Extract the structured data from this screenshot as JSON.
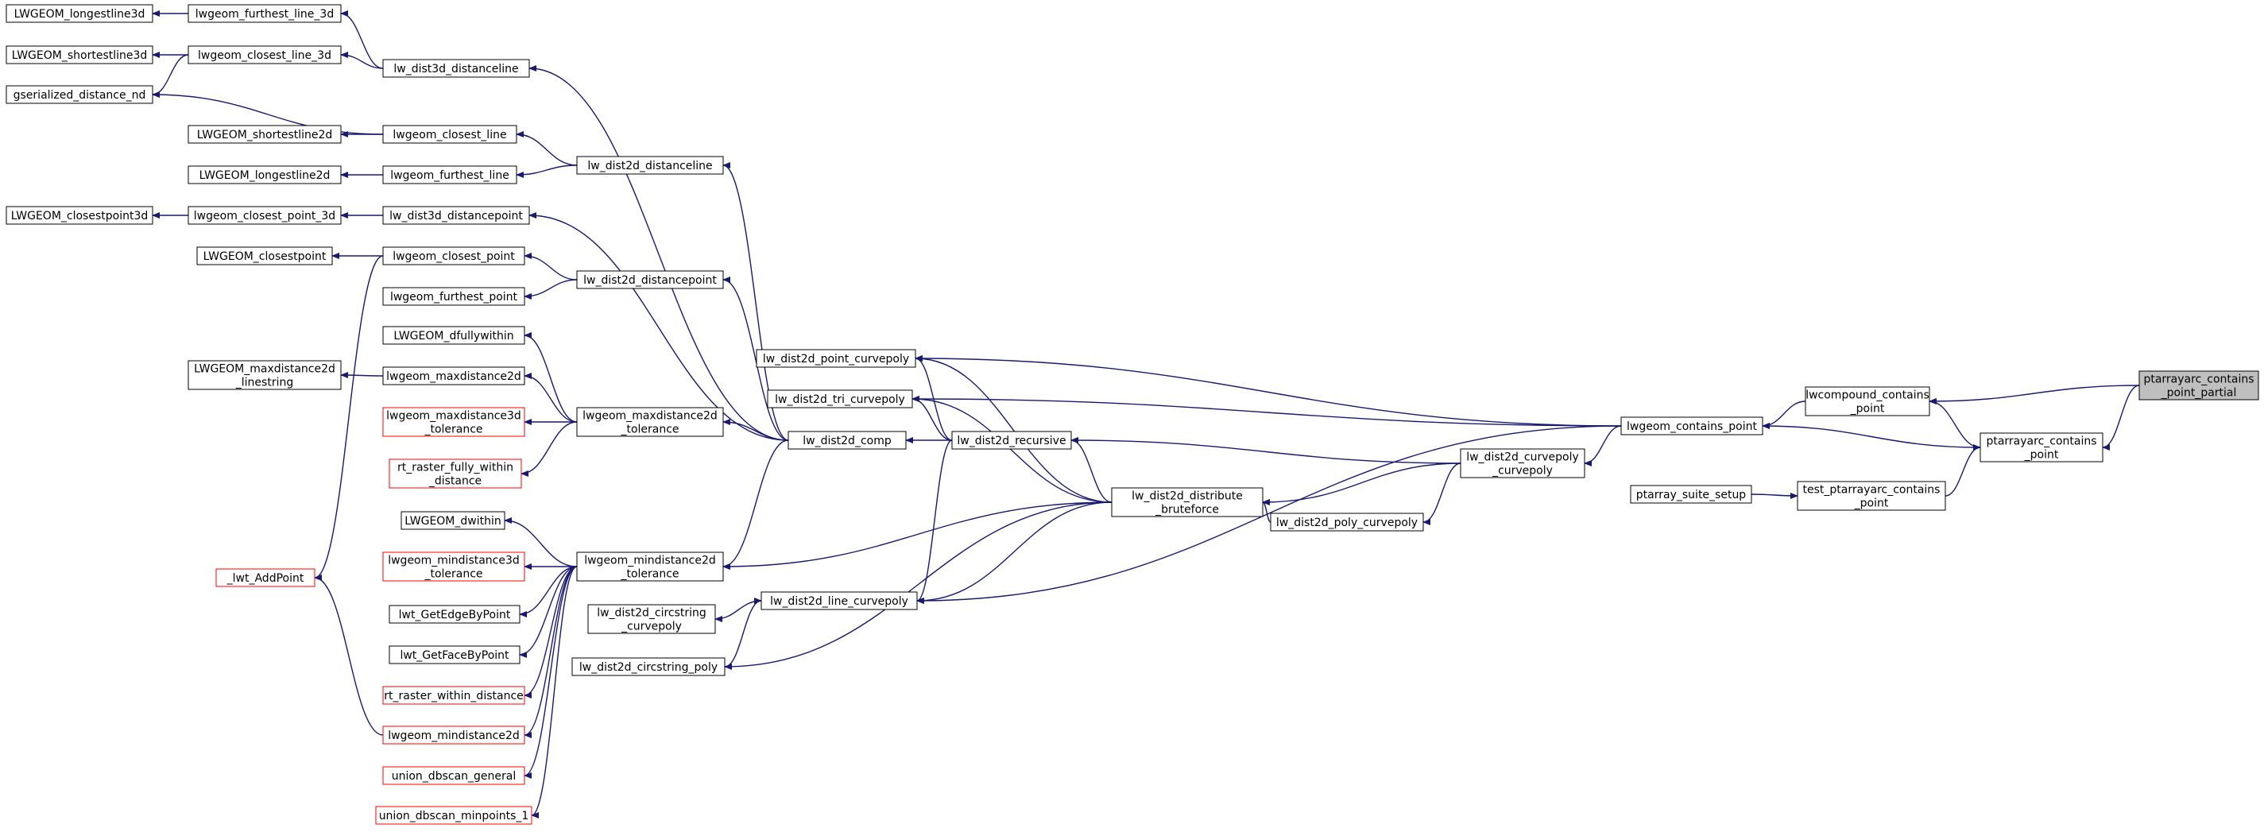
{
  "colors": {
    "edge": "#191970",
    "node_border": "#000000",
    "node_border_red": "#ff0000",
    "node_fill": "#ffffff",
    "highlight_fill": "#bfbfbf",
    "text": "#000000"
  },
  "nodes": [
    {
      "id": "n1",
      "lines": [
        "LWGEOM_longestline3d"
      ]
    },
    {
      "id": "n2",
      "lines": [
        "lwgeom_furthest_line_3d"
      ]
    },
    {
      "id": "n3",
      "lines": [
        "LWGEOM_shortestline3d"
      ]
    },
    {
      "id": "n4",
      "lines": [
        "lwgeom_closest_line_3d"
      ]
    },
    {
      "id": "n5",
      "lines": [
        "lw_dist3d_distanceline"
      ]
    },
    {
      "id": "n6",
      "lines": [
        "gserialized_distance_nd"
      ]
    },
    {
      "id": "n7",
      "lines": [
        "LWGEOM_shortestline2d"
      ]
    },
    {
      "id": "n8",
      "lines": [
        "lwgeom_closest_line"
      ]
    },
    {
      "id": "n9",
      "lines": [
        "lw_dist2d_distanceline"
      ]
    },
    {
      "id": "n10",
      "lines": [
        "LWGEOM_longestline2d"
      ]
    },
    {
      "id": "n11",
      "lines": [
        "lwgeom_furthest_line"
      ]
    },
    {
      "id": "n12",
      "lines": [
        "LWGEOM_closestpoint3d"
      ]
    },
    {
      "id": "n13",
      "lines": [
        "lwgeom_closest_point_3d"
      ]
    },
    {
      "id": "n14",
      "lines": [
        "lw_dist3d_distancepoint"
      ]
    },
    {
      "id": "n15",
      "lines": [
        "LWGEOM_closestpoint"
      ]
    },
    {
      "id": "n16",
      "lines": [
        "lwgeom_closest_point"
      ]
    },
    {
      "id": "n17",
      "lines": [
        "lw_dist2d_distancepoint"
      ]
    },
    {
      "id": "n18",
      "lines": [
        "lwgeom_furthest_point"
      ]
    },
    {
      "id": "n19",
      "lines": [
        "LWGEOM_dfullywithin"
      ]
    },
    {
      "id": "n20",
      "lines": [
        "LWGEOM_maxdistance2d",
        "_linestring"
      ]
    },
    {
      "id": "n21",
      "lines": [
        "lwgeom_maxdistance2d"
      ]
    },
    {
      "id": "n22",
      "lines": [
        "lwgeom_maxdistance3d",
        "_tolerance"
      ],
      "red": true
    },
    {
      "id": "n23",
      "lines": [
        "lwgeom_maxdistance2d",
        "_tolerance"
      ]
    },
    {
      "id": "n24",
      "lines": [
        "rt_raster_fully_within",
        "_distance"
      ],
      "red": true
    },
    {
      "id": "n25",
      "lines": [
        "LWGEOM_dwithin"
      ]
    },
    {
      "id": "n26",
      "lines": [
        "lwgeom_mindistance3d",
        "_tolerance"
      ],
      "red": true
    },
    {
      "id": "n27",
      "lines": [
        "lwgeom_mindistance2d",
        "_tolerance"
      ]
    },
    {
      "id": "n28",
      "lines": [
        "_lwt_AddPoint"
      ],
      "red": true
    },
    {
      "id": "n29",
      "lines": [
        "lwt_GetEdgeByPoint"
      ]
    },
    {
      "id": "n30",
      "lines": [
        "lwt_GetFaceByPoint"
      ]
    },
    {
      "id": "n31",
      "lines": [
        "rt_raster_within_distance"
      ],
      "red": true
    },
    {
      "id": "n32",
      "lines": [
        "lwgeom_mindistance2d"
      ],
      "red": true
    },
    {
      "id": "n33",
      "lines": [
        "union_dbscan_general"
      ],
      "red": true
    },
    {
      "id": "n34",
      "lines": [
        "union_dbscan_minpoints_1"
      ],
      "red": true
    },
    {
      "id": "n35",
      "lines": [
        "lw_dist2d_point_curvepoly"
      ]
    },
    {
      "id": "n36",
      "lines": [
        "lw_dist2d_tri_curvepoly"
      ]
    },
    {
      "id": "n37",
      "lines": [
        "lw_dist2d_comp"
      ]
    },
    {
      "id": "n38",
      "lines": [
        "lw_dist2d_recursive"
      ]
    },
    {
      "id": "n39",
      "lines": [
        "lw_dist2d_distribute",
        "_bruteforce"
      ]
    },
    {
      "id": "n40",
      "lines": [
        "lw_dist2d_circstring",
        "_curvepoly"
      ]
    },
    {
      "id": "n41",
      "lines": [
        "lw_dist2d_line_curvepoly"
      ]
    },
    {
      "id": "n42",
      "lines": [
        "lw_dist2d_circstring_poly"
      ]
    },
    {
      "id": "n43",
      "lines": [
        "lw_dist2d_poly_curvepoly"
      ]
    },
    {
      "id": "n44",
      "lines": [
        "lw_dist2d_curvepoly",
        "_curvepoly"
      ]
    },
    {
      "id": "n45",
      "lines": [
        "lwgeom_contains_point"
      ]
    },
    {
      "id": "n46",
      "lines": [
        "lwcompound_contains",
        "_point"
      ]
    },
    {
      "id": "n47",
      "lines": [
        "ptarrayarc_contains",
        "_point"
      ]
    },
    {
      "id": "n48",
      "lines": [
        "ptarray_suite_setup"
      ]
    },
    {
      "id": "n49",
      "lines": [
        "test_ptarrayarc_contains",
        "_point"
      ]
    },
    {
      "id": "n50",
      "lines": [
        "ptarrayarc_contains",
        "_point_partial"
      ],
      "highlight": true
    }
  ]
}
